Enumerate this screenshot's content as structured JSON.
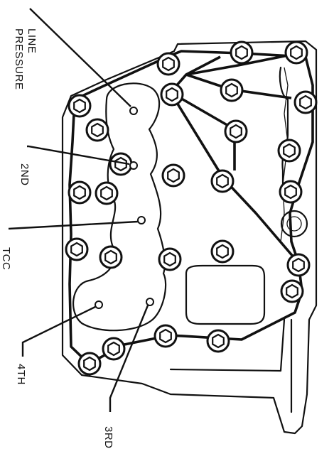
{
  "labels": {
    "line_pressure_1": "LINE",
    "line_pressure_2": "PRESSURE",
    "second": "2ND",
    "tcc": "TCC",
    "fourth": "4TH",
    "third": "3RD"
  }
}
